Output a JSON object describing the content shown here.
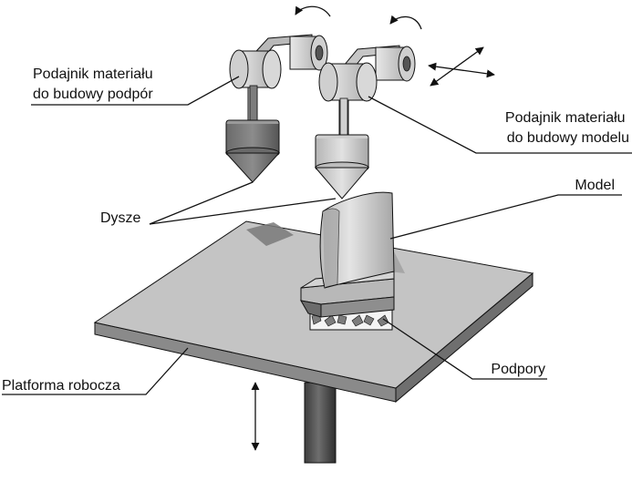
{
  "labels": {
    "support_feeder": [
      "Podajnik materiału",
      "do budowy podpór"
    ],
    "model_feeder": [
      "Podajnik materiału",
      "do budowy modelu"
    ],
    "model": "Model",
    "nozzles": "Dysze",
    "supports": "Podpory",
    "platform": "Platforma robocza"
  },
  "colors": {
    "platform_top": "#c4c4c4",
    "platform_side": "#8a8a8a",
    "support_material": "#7d7d7d",
    "model_material": "#d2d2d2",
    "line": "#111111"
  }
}
